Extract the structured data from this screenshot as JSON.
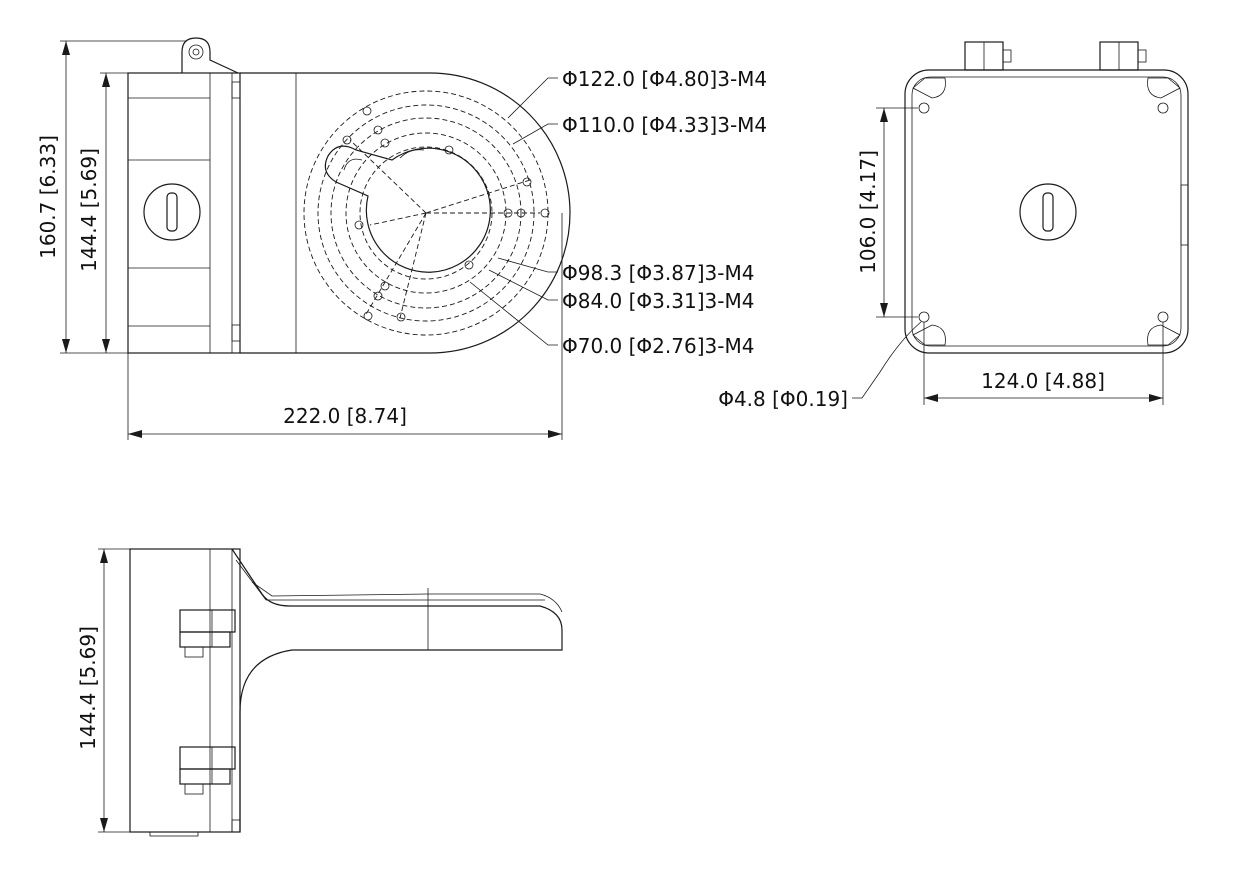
{
  "dimensions": {
    "overall_height": "160.7 [6.33]",
    "body_height": "144.4 [5.69]",
    "overall_length": "222.0 [8.74]",
    "hole_spacing_vertical": "106.0 [4.17]",
    "hole_spacing_horizontal": "124.0 [4.88]",
    "side_height": "144.4 [5.69]"
  },
  "callouts": {
    "c122": "Φ122.0 [Φ4.80]3-M4",
    "c110": "Φ110.0 [Φ4.33]3-M4",
    "c98": "Φ98.3 [Φ3.87]3-M4",
    "c84": "Φ84.0 [Φ3.31]3-M4",
    "c70": "Φ70.0 [Φ2.76]3-M4",
    "c48": "Φ4.8 [Φ0.19]"
  }
}
